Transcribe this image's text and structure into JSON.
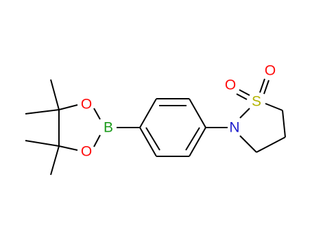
{
  "molecule": {
    "atoms": {
      "boron": {
        "label": "B",
        "color": "#1a9a1a"
      },
      "oxygen_ring_upper": {
        "label": "O",
        "color": "#ff0d0d"
      },
      "oxygen_ring_lower": {
        "label": "O",
        "color": "#ff0d0d"
      },
      "nitrogen": {
        "label": "N",
        "color": "#1c1ccc"
      },
      "sulfur": {
        "label": "S",
        "color": "#b3b300"
      },
      "oxygen_sulfonyl_left": {
        "label": "O",
        "color": "#ff0d0d"
      },
      "oxygen_sulfonyl_right": {
        "label": "O",
        "color": "#ff0d0d"
      }
    },
    "bond_color": "#000000"
  }
}
